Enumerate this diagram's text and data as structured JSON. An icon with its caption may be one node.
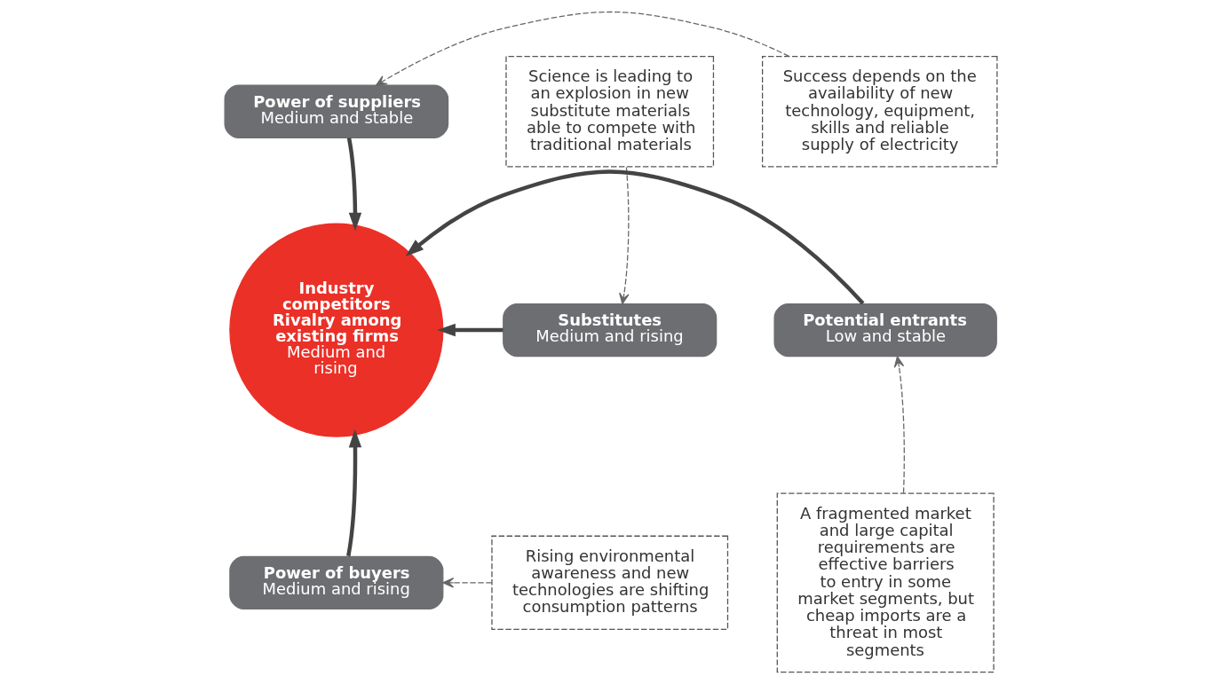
{
  "diagram": {
    "nodes": [
      {
        "text": [
          "Power of suppliers",
          "Medium and stable"
        ]
      },
      {
        "text": [
          "Success depends on the availability of new technology, equipment, skills and reliable supply of electricity"
        ]
      },
      {
        "text": [
          "Science is leading to an explosion in new substitute materials able to compete with traditional materials"
        ]
      },
      {
        "text": [
          "Industry competitors",
          "Rivalry among existing firms",
          "Medium and rising"
        ]
      },
      {
        "text": [
          "Substitutes",
          "Medium and rising"
        ]
      },
      {
        "text": [
          "Potential entrants",
          "Low and stable"
        ]
      },
      {
        "text": [
          "A fragmented market and large capital requirements are effective barriers to entry in some market segments, but cheap imports are a threat in most segments"
        ]
      },
      {
        "text": [
          "Rising environmental awareness and new technologies are shifting consumption patterns"
        ]
      },
      {
        "text": [
          "Power of buyers",
          "Medium and rising"
        ]
      }
    ],
    "edges": [
      {
        "from": 0,
        "to": 3,
        "arrow": "to",
        "style": "thick"
      },
      {
        "from": 4,
        "to": 3,
        "arrow": "to",
        "style": "thick"
      },
      {
        "from": 5,
        "to": 3,
        "arrow": "to",
        "style": "thick"
      },
      {
        "from": 8,
        "to": 3,
        "arrow": "to",
        "style": "thick"
      },
      {
        "from": 1,
        "to": 0,
        "arrow": "to",
        "style": "dashed"
      },
      {
        "from": 2,
        "to": 4,
        "arrow": "to",
        "style": "dashed"
      },
      {
        "from": 6,
        "to": 5,
        "arrow": "to",
        "style": "dashed"
      },
      {
        "from": 7,
        "to": 8,
        "arrow": "to",
        "style": "dashed"
      }
    ]
  }
}
